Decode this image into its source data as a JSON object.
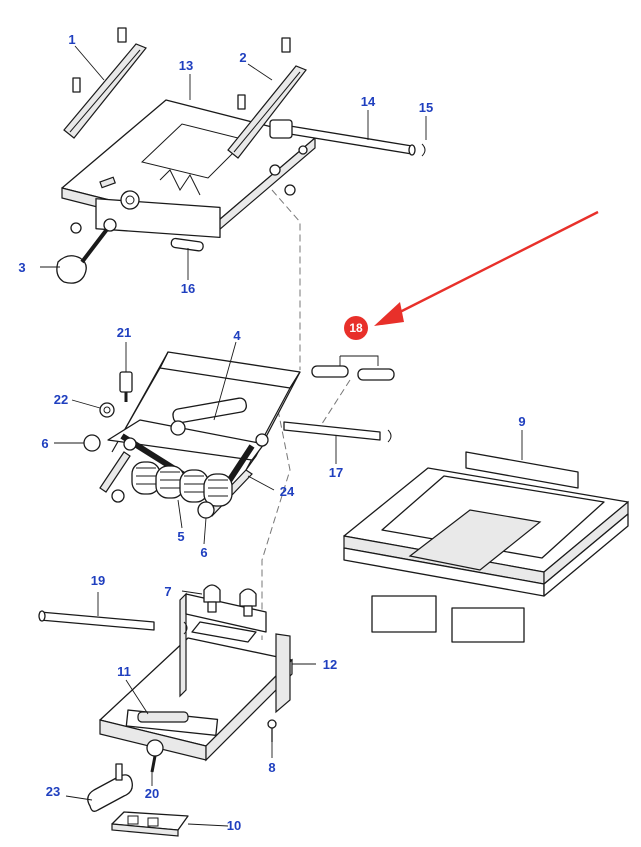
{
  "colors": {
    "label": "#1f3fbf",
    "highlight": "#e8302a",
    "line": "#1a1a1a",
    "arrow": "#e8302a"
  },
  "highlighted_part": "18",
  "callouts": {
    "c1": "1",
    "c2": "2",
    "c3": "3",
    "c4": "4",
    "c5": "5",
    "c6a": "6",
    "c6b": "6",
    "c7": "7",
    "c8": "8",
    "c9": "9",
    "c10": "10",
    "c11": "11",
    "c12": "12",
    "c13": "13",
    "c14": "14",
    "c15": "15",
    "c16": "16",
    "c17": "17",
    "c18": "18",
    "c19": "19",
    "c20": "20",
    "c21": "21",
    "c22": "22",
    "c23": "23",
    "c24": "24"
  }
}
